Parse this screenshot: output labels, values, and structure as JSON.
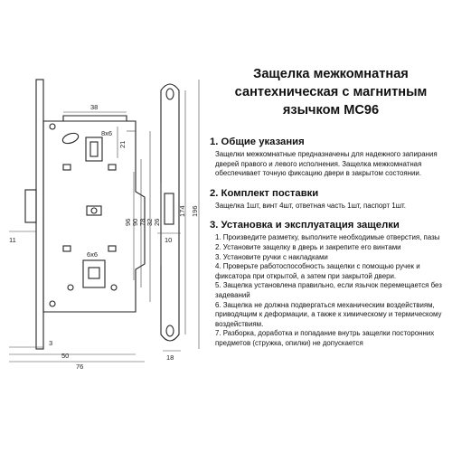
{
  "drawing": {
    "dims": {
      "top_width": "38",
      "bolt_box": "8x6",
      "key_dim": "21",
      "height_96": "96",
      "height_90": "90",
      "height_78": "78",
      "height_32": "32",
      "height_26": "26",
      "height_174": "174",
      "height_196": "196",
      "left_11": "11",
      "plate_10": "10",
      "box_6x6": "6x6",
      "offset_3": "3",
      "width_50": "50",
      "width_76": "76",
      "plate_18": "18"
    }
  },
  "document": {
    "title_line1": "Защелка межкомнатная",
    "title_line2": "сантехническая с магнитным",
    "title_line3": "язычком MC96",
    "sections": [
      {
        "heading": "1. Общие указания",
        "body": "Защелки межкомнатные  предназначены для надежного запирания дверей правого и левого исполнения. Защелка межкомнатная обеспечивает точную фиксацию двери в закрытом состоянии."
      },
      {
        "heading": "2. Комплект поставки",
        "body": "Защелка 1шт, винт 4шт, ответная часть 1шт, паспорт 1шт."
      },
      {
        "heading": "3. Установка и эксплуатация защелки",
        "items": [
          "1.  Произведите разметку, выполните необходимые отверстия, пазы",
          "2.  Установите защелку в дверь и закрепите его винтами",
          "3.  Установите ручки с накладками",
          "4.  Проверьте работоспособность защелки с помощью ручек и фиксатора при открытой, а затем при закрытой двери.",
          "5. Защелка установлена правильно, если язычок перемещается без задеваний",
          "6.  Защелка не должна подвергаться механическим воздействиям, приводящим к деформации, а также к химическому и термическому воздействиям.",
          "7.  Разборка, доработка и попадание внутрь защелки посторонних предметов (стружка, опилки) не допускается"
        ]
      }
    ]
  }
}
